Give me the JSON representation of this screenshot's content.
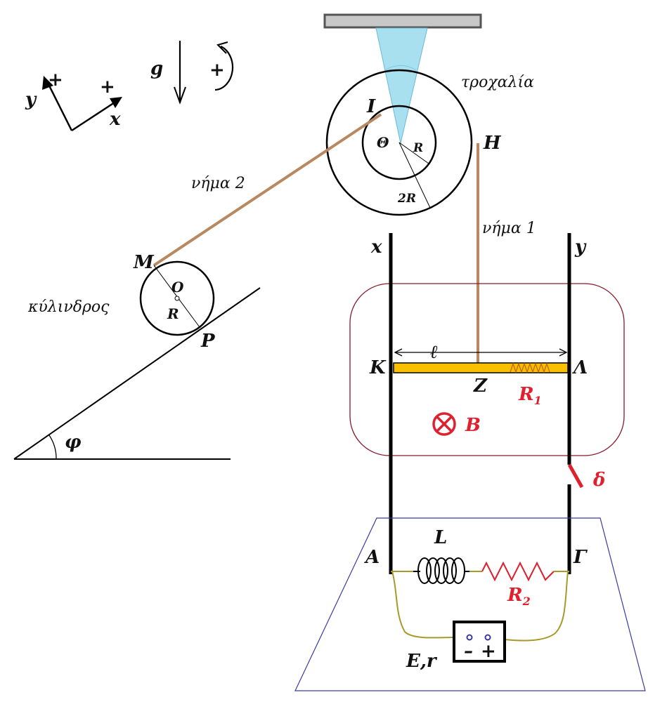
{
  "axes": {
    "y_label": "y",
    "y_plus": "+",
    "x_label": "x",
    "x_plus": "+"
  },
  "gravity": {
    "label": "g",
    "rotation_plus": "+"
  },
  "pulley": {
    "name": "τροχαλία",
    "center": "Θ",
    "inner_radius": "R",
    "outer_radius": "2R",
    "point_I": "I",
    "point_H": "H"
  },
  "threads": {
    "thread2": "νήμα 2",
    "thread1": "νήμα 1"
  },
  "cylinder": {
    "name": "κύλινδρος",
    "center": "O",
    "radius": "R",
    "point_M": "M",
    "point_P": "P"
  },
  "incline": {
    "angle": "φ"
  },
  "rails": {
    "left_top": "x",
    "right_top": "y",
    "K": "K",
    "L": "Λ",
    "Z": "Z",
    "length": "ℓ"
  },
  "resistors": {
    "R1": "R",
    "R1_sub": "1",
    "R2": "R",
    "R2_sub": "2"
  },
  "field": {
    "label": "B"
  },
  "switch": {
    "label": "δ"
  },
  "circuit": {
    "A": "A",
    "G": "Γ",
    "inductor": "L",
    "source": "E,r",
    "minus": "–",
    "plus": "+"
  },
  "colors": {
    "rod": "#f8c000",
    "thread": "#b88860",
    "cone": "#a8e0f0",
    "field_region": "#8a1a2a",
    "red_label": "#e0202e",
    "wire": "#a89a2a",
    "plate": "#3a3aa0",
    "ceiling": "#c8c8c8"
  }
}
